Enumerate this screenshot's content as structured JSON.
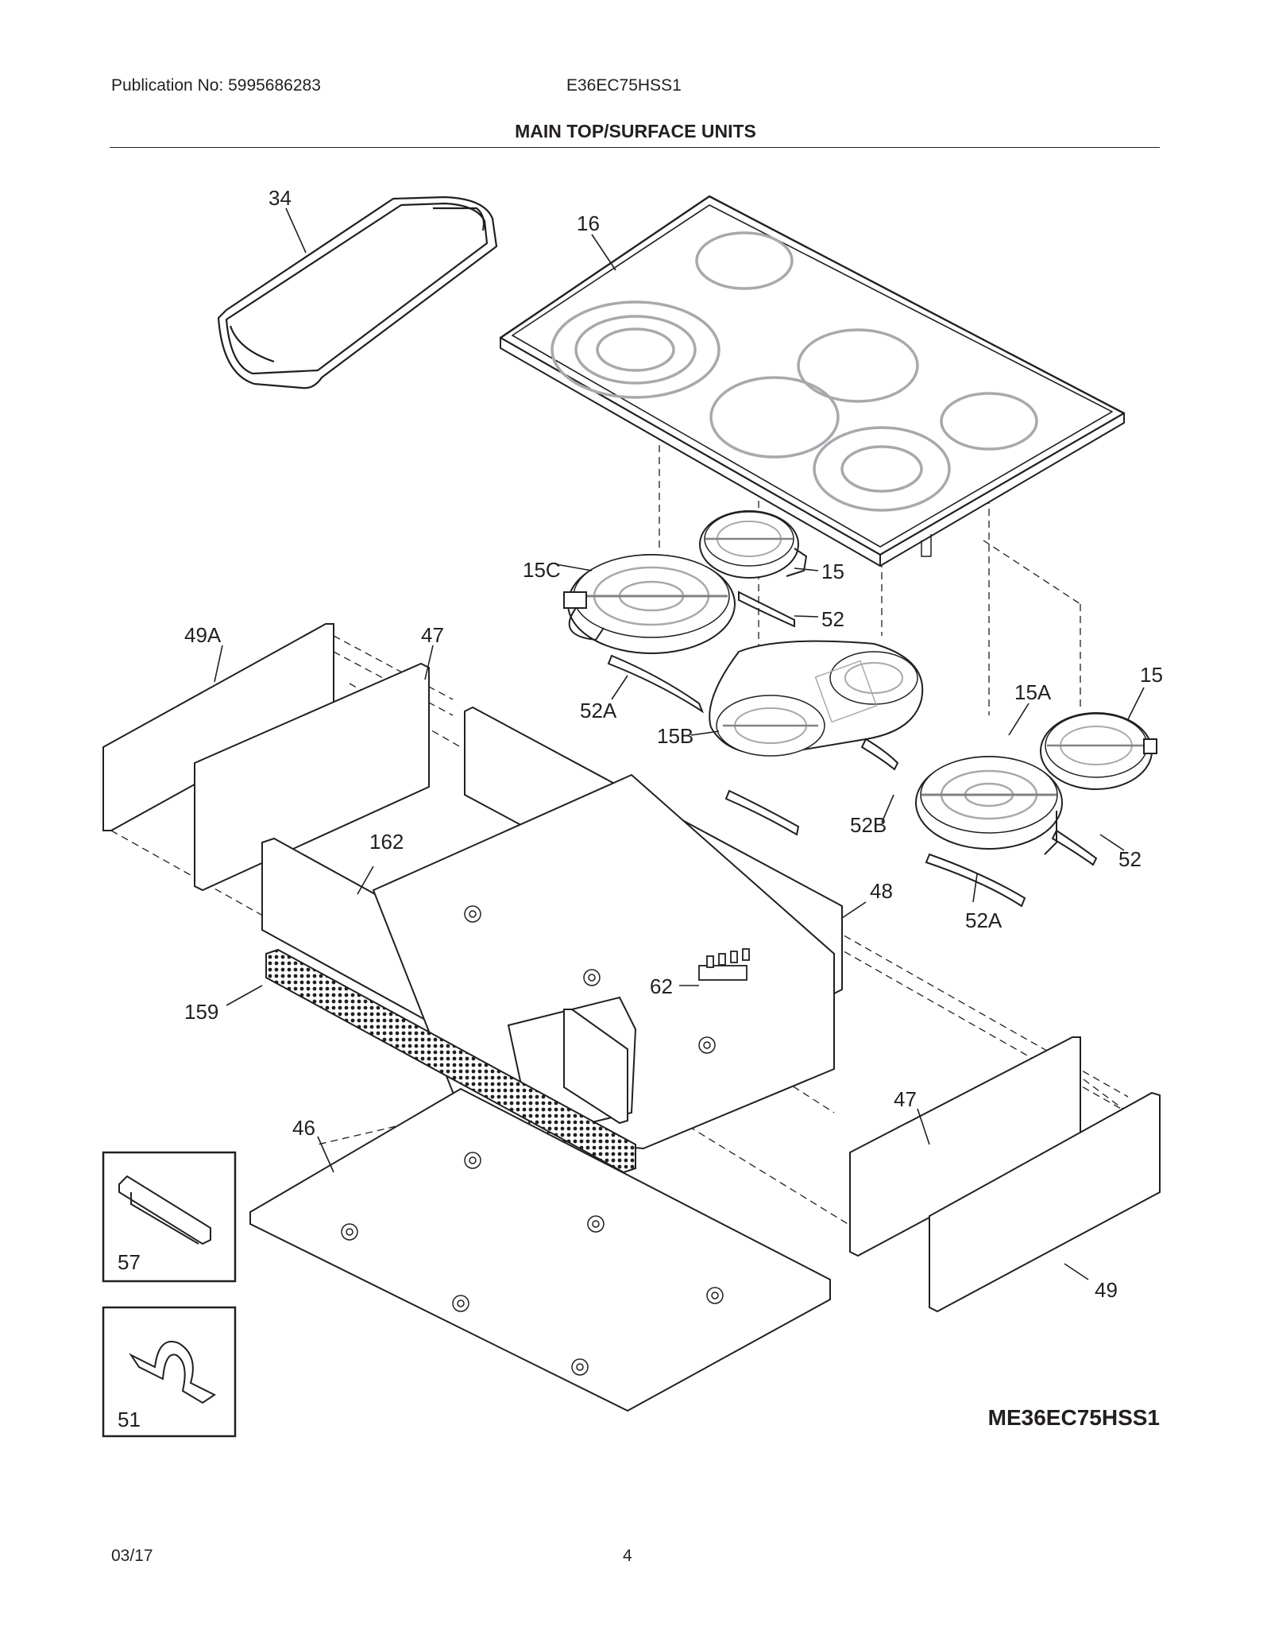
{
  "header": {
    "publication": "Publication No: 5995686283",
    "model": "E36EC75HSS1",
    "title": "MAIN TOP/SURFACE UNITS"
  },
  "labels": {
    "griddle": "34",
    "glass_top": "16",
    "element_15c": "15C",
    "element_15_front": "15",
    "bracket_52_top": "52",
    "back_panel_49a": "49A",
    "side_panel_47_left": "47",
    "bracket_52a_left": "52A",
    "element_15b": "15B",
    "bracket_52b": "52B",
    "element_15a": "15A",
    "element_15_right": "15",
    "bracket_52_right": "52",
    "bracket_52a_right": "52A",
    "panel_162": "162",
    "panel_48": "48",
    "terminal_62": "62",
    "vent_159": "159",
    "bottom_46": "46",
    "side_panel_47_right": "47",
    "panel_49": "49",
    "inset_57": "57",
    "inset_51": "51"
  },
  "footer": {
    "diagram_code": "ME36EC75HSS1",
    "date": "03/17",
    "page": "4"
  }
}
